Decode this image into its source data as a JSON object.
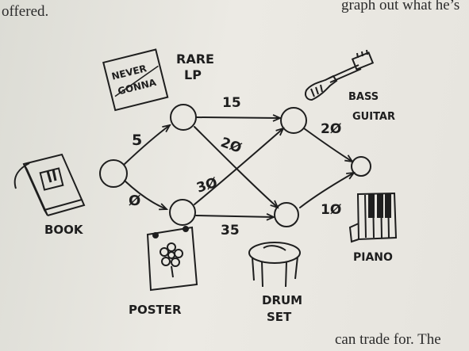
{
  "top_text": {
    "left": "offered.",
    "right": "graph out what he’s"
  },
  "bottom_text": "can trade for. The",
  "nodes": {
    "book": "BOOK",
    "rare_lp": [
      "RARE",
      "LP"
    ],
    "record_sleeve": [
      "NEVER",
      "GONNA"
    ],
    "bass_guitar": [
      "BASS",
      "GUITAR"
    ],
    "poster": "POSTER",
    "drum_set": [
      "DRUM",
      "SET"
    ],
    "piano": "PIANO"
  },
  "edges": [
    {
      "from": "book",
      "to": "rare_lp",
      "weight": "5"
    },
    {
      "from": "book",
      "to": "poster",
      "weight": "Ø"
    },
    {
      "from": "rare_lp",
      "to": "bass_guitar",
      "weight": "15"
    },
    {
      "from": "rare_lp",
      "to": "drum_set",
      "weight": "2Ø"
    },
    {
      "from": "poster",
      "to": "bass_guitar",
      "weight": "3Ø"
    },
    {
      "from": "poster",
      "to": "drum_set",
      "weight": "35"
    },
    {
      "from": "bass_guitar",
      "to": "piano",
      "weight": "2Ø"
    },
    {
      "from": "drum_set",
      "to": "piano",
      "weight": "1Ø"
    }
  ],
  "colors": {
    "ink": "#1e1e1e",
    "paper": "#e9e8e2"
  }
}
